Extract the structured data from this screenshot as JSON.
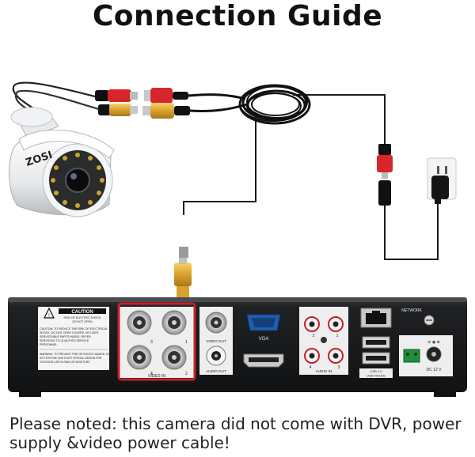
{
  "title": "Connection Guide",
  "footer_note": "Please noted: this camera did not come with DVR, power supply &video power cable!",
  "camera": {
    "brand": "ZOSI"
  },
  "dvr": {
    "caution_heading": "CAUTION",
    "caution_sub1": "RISK OF ELECTRIC SHOCK",
    "caution_sub2": "DO NOT OPEN",
    "caution_lines": [
      "CAUTION: TO REDUCE THE RISK OF ELECTRICAL",
      "SHOCK, DO NOT OPEN COVERS. NO USER",
      "SERVICEABLE PARTS INSIDE. REFER",
      "SERVICING TO QUALIFIED SERVICE",
      "PERSONNEL."
    ],
    "warning_lines": [
      "WARNING: TO PREVENT FIRE OR SHOCK HAZARD, DO",
      "NOT EXPOSE UNITS NOT SPECIAL DESIGN FOR",
      "OUTDOOR USE IN RAIN OR MOISTURE"
    ],
    "video_in_label": "VIDEO IN",
    "video_in_numbers": [
      "3",
      "1",
      "4",
      "2"
    ],
    "video_out_label": "VIDEO OUT",
    "audio_out_label": "AUDIO OUT",
    "vga_label": "VGA",
    "audio_in_label": "AUDIO IN",
    "audio_in_numbers": [
      "2",
      "1",
      "4",
      "3"
    ],
    "usb_label_1": "USB 2.0",
    "usb_label_2": "USB MOUSE",
    "network_label": "NETWORK",
    "dc_label": "DC 12 V",
    "highlight_color": "#c4222a"
  }
}
